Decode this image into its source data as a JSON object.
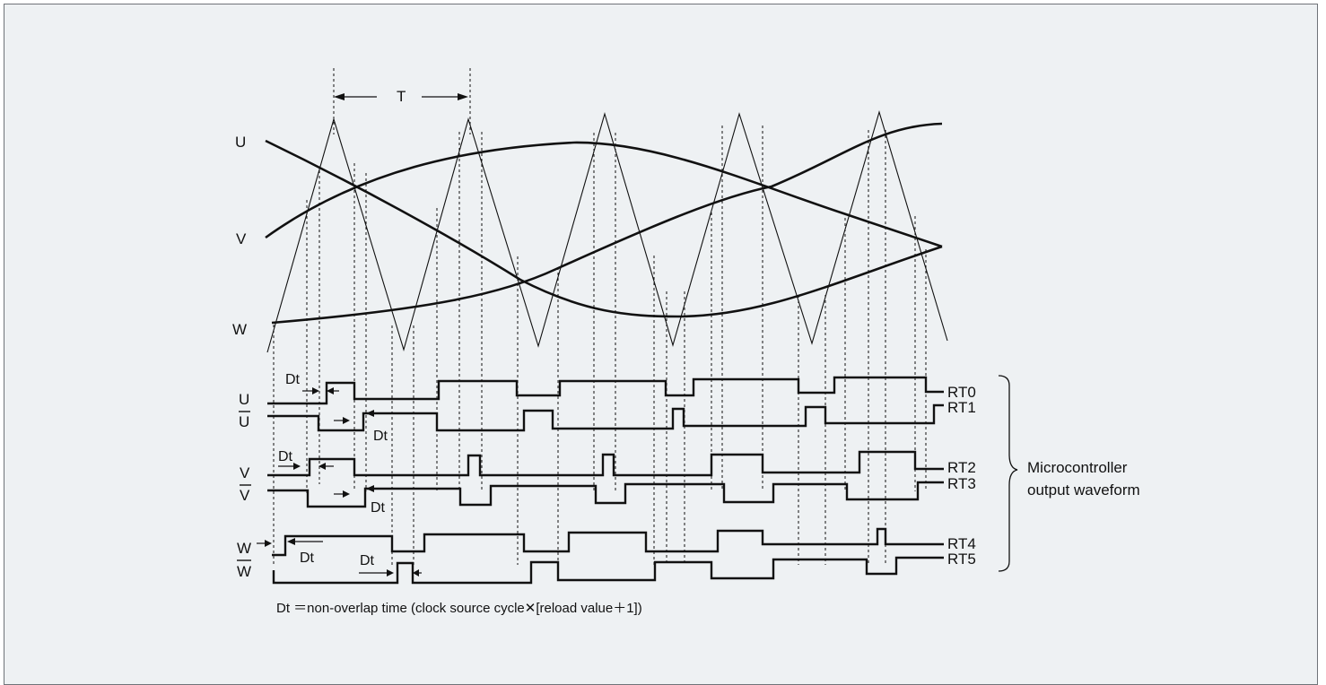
{
  "diagram": {
    "period_label": "T",
    "phase_labels": {
      "u": "U",
      "v": "V",
      "w": "W"
    },
    "row_labels": [
      "U",
      "U",
      "V",
      "V",
      "W",
      "W"
    ],
    "dead_time_label": "Dt",
    "outputs": [
      "RT0",
      "RT1",
      "RT2",
      "RT3",
      "RT4",
      "RT5"
    ],
    "brace_caption": [
      "Microcontroller",
      "output waveform"
    ],
    "footnote": "Dt ＝non-overlap time (clock source cycle✕[reload value＋1])",
    "colors": {
      "background": "#eef1f3",
      "border": "#6f7378",
      "ink": "#111111"
    }
  }
}
